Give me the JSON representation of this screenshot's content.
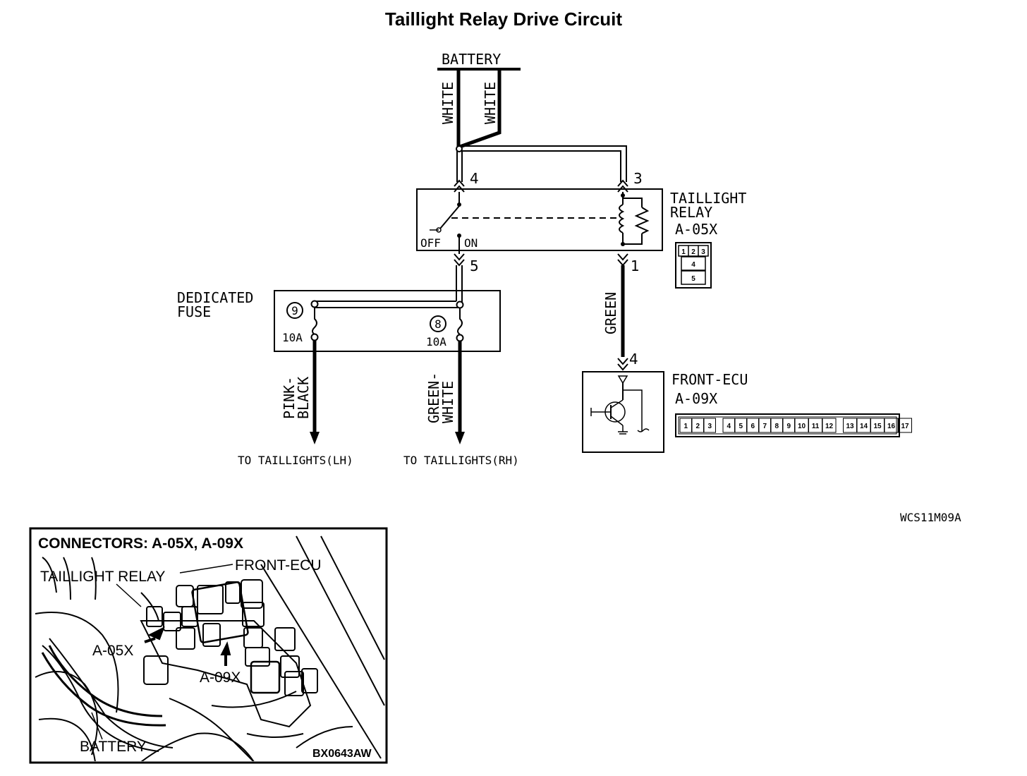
{
  "title": "Taillight Relay Drive Circuit",
  "battery": {
    "label": "BATTERY",
    "wire_left": "WHITE",
    "wire_right": "WHITE"
  },
  "relay": {
    "name_line1": "TAILLIGHT",
    "name_line2": "RELAY",
    "connector": "A-05X",
    "pin_4": "4",
    "pin_3": "3",
    "pin_5": "5",
    "pin_1": "1",
    "off_label": "OFF",
    "on_label": "ON",
    "connector_pins": [
      "1",
      "2",
      "3",
      "4",
      "5"
    ]
  },
  "fuse": {
    "name_line1": "DEDICATED",
    "name_line2": "FUSE",
    "fuse_9": {
      "number": "9",
      "rating": "10A"
    },
    "fuse_8": {
      "number": "8",
      "rating": "10A"
    }
  },
  "wires": {
    "pink_black_1": "PINK-",
    "pink_black_2": "BLACK",
    "green_white_1": "GREEN-",
    "green_white_2": "WHITE",
    "green": "GREEN"
  },
  "outputs": {
    "lh": "TO TAILLIGHTS(LH)",
    "rh": "TO TAILLIGHTS(RH)"
  },
  "ecu": {
    "name": "FRONT-ECU",
    "connector": "A-09X",
    "pin_4": "4",
    "connector_pins": [
      "1",
      "2",
      "3",
      "4",
      "5",
      "6",
      "7",
      "8",
      "9",
      "10",
      "11",
      "12",
      "13",
      "14",
      "15",
      "16",
      "17"
    ]
  },
  "figure_code": "WCS11M09A",
  "inset": {
    "heading": "CONNECTORS: A-05X, A-09X",
    "label_relay": "TAILLIGHT RELAY",
    "label_ecu": "FRONT-ECU",
    "label_a05x": "A-05X",
    "label_a09x": "A-09X",
    "label_battery": "BATTERY",
    "code": "BX0643AW"
  }
}
